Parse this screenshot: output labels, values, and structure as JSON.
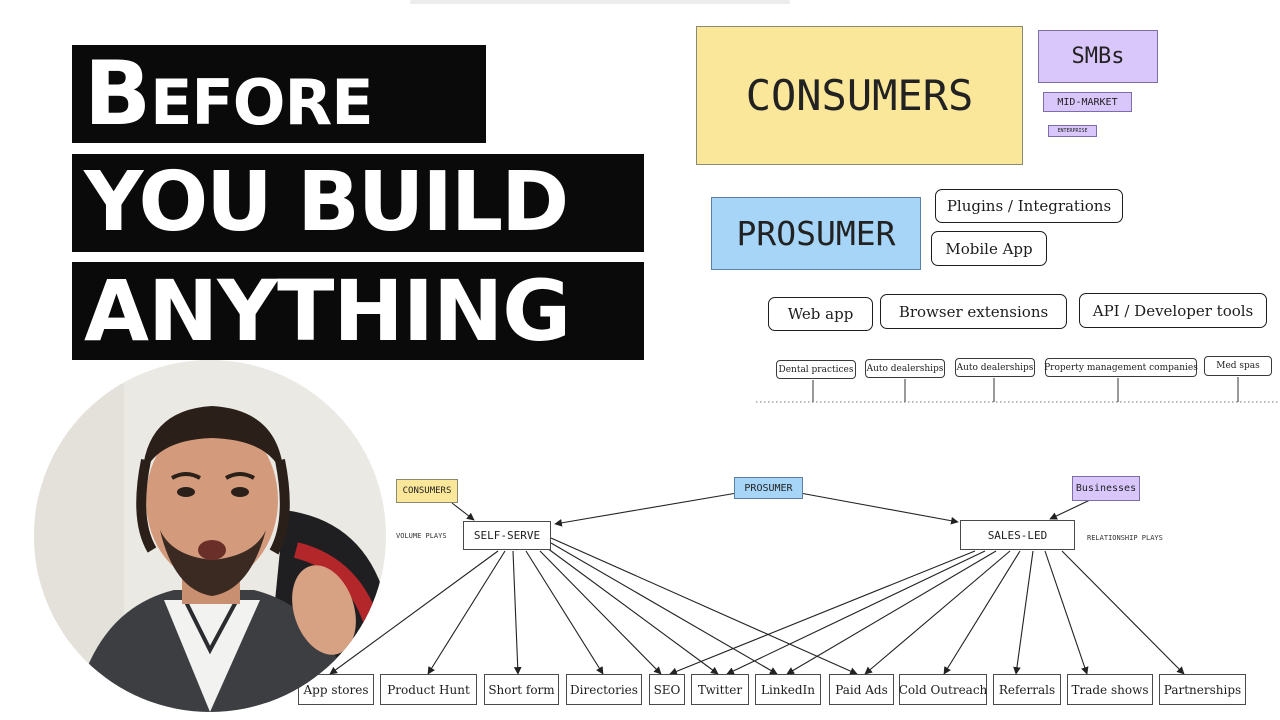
{
  "title": {
    "line1": "Before",
    "line2": "YOU BUILD",
    "line3": "ANYTHING"
  },
  "market_map": {
    "consumers": "CONSUMERS",
    "smbs": "SMBs",
    "mid_market": "MID-MARKET",
    "enterprise": "ENTERPRISE",
    "prosumer": "PROSUMER"
  },
  "platforms": {
    "plugins": "Plugins / Integrations",
    "mobile": "Mobile App",
    "web": "Web app",
    "browser": "Browser extensions",
    "api": "API / Developer tools"
  },
  "niches": [
    "Dental practices",
    "Auto dealerships",
    "Auto dealerships",
    "Property management companies",
    "Med spas"
  ],
  "gtm": {
    "consumers_tag": "CONSUMERS",
    "prosumer_tag": "PROSUMER",
    "businesses_tag": "Businesses",
    "self_serve": "SELF-SERVE",
    "sales_led": "SALES-LED",
    "volume_plays": "VOLUME PLAYS",
    "relationship_plays": "RELATIONSHIP PLAYS"
  },
  "channels": [
    "App stores",
    "Product Hunt",
    "Short form",
    "Directories",
    "SEO",
    "Twitter",
    "LinkedIn",
    "Paid Ads",
    "Cold Outreach",
    "Referrals",
    "Trade shows",
    "Partnerships"
  ],
  "colors": {
    "consumers": "#fbe79a",
    "prosumer": "#a6d5f8",
    "business": "#d9c6fb",
    "title_bg": "#0a0a0a"
  }
}
